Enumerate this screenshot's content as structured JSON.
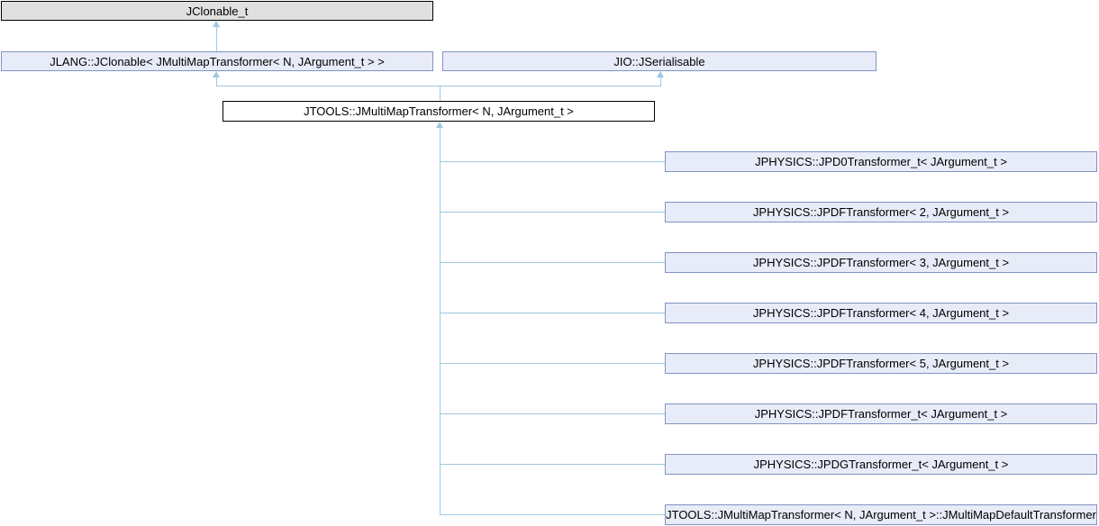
{
  "colors": {
    "background": "#ffffff",
    "text": "#000000",
    "edge": "#a0c8e0",
    "node_border": "#8191c4",
    "node_fill": "#e8ecf8",
    "gray_border": "#000000",
    "gray_fill": "#e0e0e0",
    "current_border": "#000000",
    "current_fill": "#ffffff"
  },
  "nodes": {
    "root": {
      "label": "JClonable_t"
    },
    "parents": [
      {
        "label": "JLANG::JClonable< JMultiMapTransformer< N, JArgument_t > >"
      },
      {
        "label": "JIO::JSerialisable"
      }
    ],
    "current": {
      "label": "JTOOLS::JMultiMapTransformer< N, JArgument_t >"
    },
    "derived": [
      {
        "label": "JPHYSICS::JPD0Transformer_t< JArgument_t >"
      },
      {
        "label": "JPHYSICS::JPDFTransformer< 2, JArgument_t >"
      },
      {
        "label": "JPHYSICS::JPDFTransformer< 3, JArgument_t >"
      },
      {
        "label": "JPHYSICS::JPDFTransformer< 4, JArgument_t >"
      },
      {
        "label": "JPHYSICS::JPDFTransformer< 5, JArgument_t >"
      },
      {
        "label": "JPHYSICS::JPDFTransformer_t< JArgument_t >"
      },
      {
        "label": "JPHYSICS::JPDGTransformer_t< JArgument_t >"
      },
      {
        "label": "JTOOLS::JMultiMapTransformer< N, JArgument_t >::JMultiMapDefaultTransformer"
      }
    ]
  },
  "edges": [
    {
      "from": "JLANG::JClonable< JMultiMapTransformer< N, JArgument_t > >",
      "to": "JClonable_t",
      "type": "public-inheritance"
    },
    {
      "from": "JTOOLS::JMultiMapTransformer< N, JArgument_t >",
      "to": "JLANG::JClonable< JMultiMapTransformer< N, JArgument_t > >",
      "type": "public-inheritance"
    },
    {
      "from": "JTOOLS::JMultiMapTransformer< N, JArgument_t >",
      "to": "JIO::JSerialisable",
      "type": "public-inheritance"
    },
    {
      "from": "JPHYSICS::JPD0Transformer_t< JArgument_t >",
      "to": "JTOOLS::JMultiMapTransformer< N, JArgument_t >",
      "type": "public-inheritance"
    },
    {
      "from": "JPHYSICS::JPDFTransformer< 2, JArgument_t >",
      "to": "JTOOLS::JMultiMapTransformer< N, JArgument_t >",
      "type": "public-inheritance"
    },
    {
      "from": "JPHYSICS::JPDFTransformer< 3, JArgument_t >",
      "to": "JTOOLS::JMultiMapTransformer< N, JArgument_t >",
      "type": "public-inheritance"
    },
    {
      "from": "JPHYSICS::JPDFTransformer< 4, JArgument_t >",
      "to": "JTOOLS::JMultiMapTransformer< N, JArgument_t >",
      "type": "public-inheritance"
    },
    {
      "from": "JPHYSICS::JPDFTransformer< 5, JArgument_t >",
      "to": "JTOOLS::JMultiMapTransformer< N, JArgument_t >",
      "type": "public-inheritance"
    },
    {
      "from": "JPHYSICS::JPDFTransformer_t< JArgument_t >",
      "to": "JTOOLS::JMultiMapTransformer< N, JArgument_t >",
      "type": "public-inheritance"
    },
    {
      "from": "JPHYSICS::JPDGTransformer_t< JArgument_t >",
      "to": "JTOOLS::JMultiMapTransformer< N, JArgument_t >",
      "type": "public-inheritance"
    },
    {
      "from": "JTOOLS::JMultiMapTransformer< N, JArgument_t >::JMultiMapDefaultTransformer",
      "to": "JTOOLS::JMultiMapTransformer< N, JArgument_t >",
      "type": "public-inheritance"
    }
  ]
}
